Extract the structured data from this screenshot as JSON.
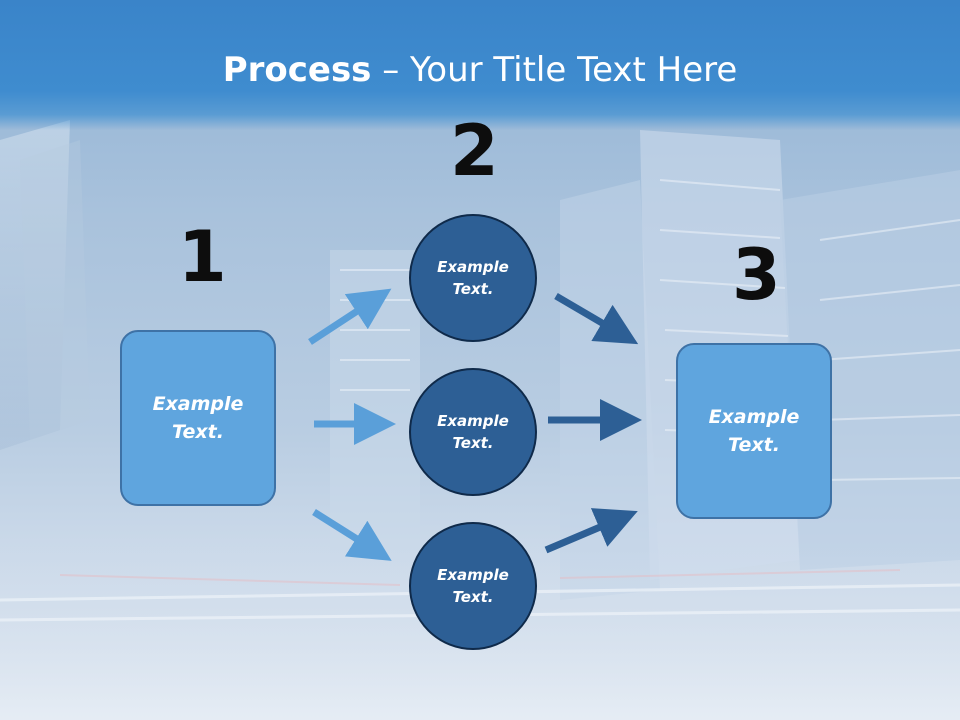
{
  "title": {
    "bold": "Process",
    "rest": " – Your Title Text Here"
  },
  "steps": {
    "one": "1",
    "two": "2",
    "three": "3"
  },
  "nodes": {
    "left_box": "Example Text.",
    "circle_top": "Example Text.",
    "circle_middle": "Example Text.",
    "circle_bottom": "Example Text.",
    "right_box": "Example Text."
  },
  "colors": {
    "title_bar": "#3a84c9",
    "box_fill": "#5fa5de",
    "circle_fill": "#2d5f95",
    "arrow_light": "#5a9fd9",
    "arrow_dark": "#2d5f95"
  }
}
